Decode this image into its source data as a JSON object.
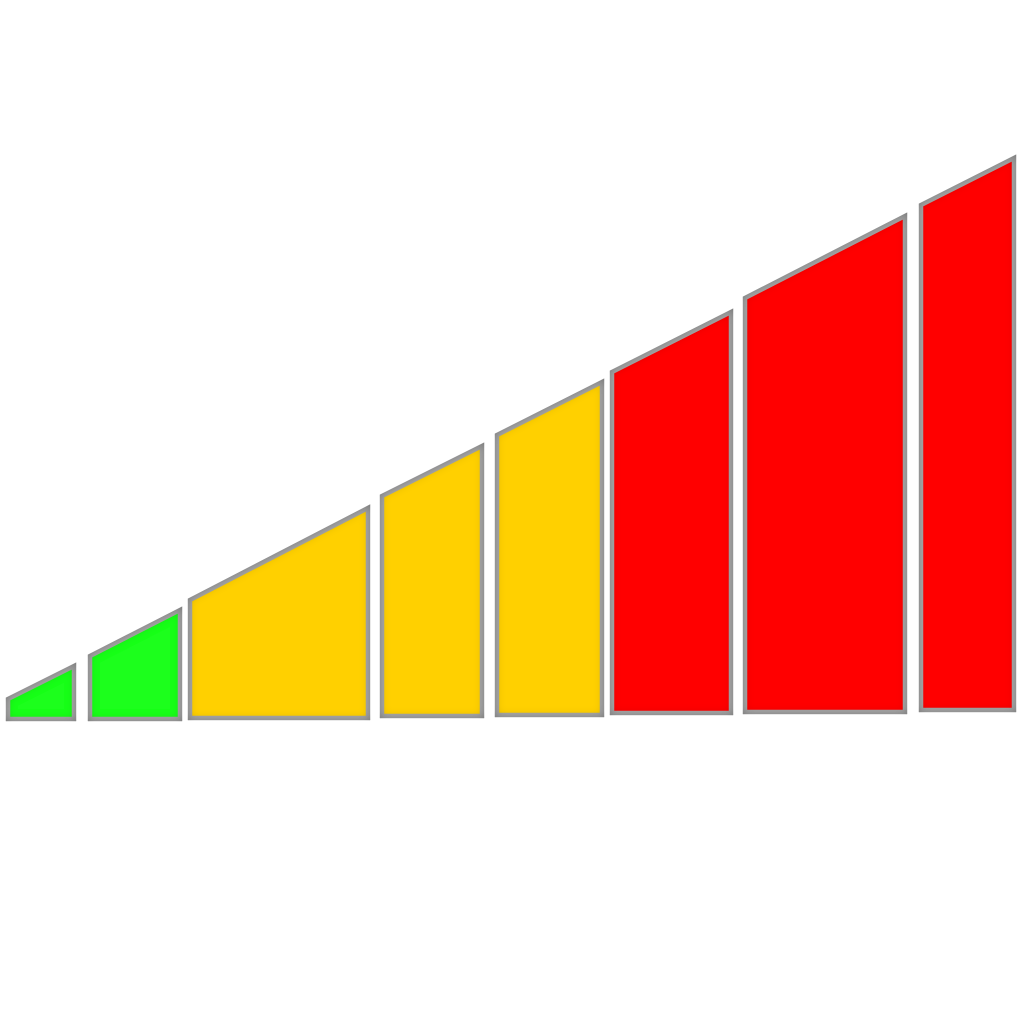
{
  "meter": {
    "segment_count": 8,
    "segments": [
      {
        "id": "segment-1",
        "color": "#1aff1a",
        "zone": "green"
      },
      {
        "id": "segment-2",
        "color": "#1aff1a",
        "zone": "green"
      },
      {
        "id": "segment-3",
        "color": "#ffd000",
        "zone": "yellow"
      },
      {
        "id": "segment-4",
        "color": "#ffd000",
        "zone": "yellow"
      },
      {
        "id": "segment-5",
        "color": "#ffd000",
        "zone": "yellow"
      },
      {
        "id": "segment-6",
        "color": "#ff0000",
        "zone": "red"
      },
      {
        "id": "segment-7",
        "color": "#ff0000",
        "zone": "red"
      },
      {
        "id": "segment-8",
        "color": "#ff0000",
        "zone": "red"
      }
    ]
  }
}
